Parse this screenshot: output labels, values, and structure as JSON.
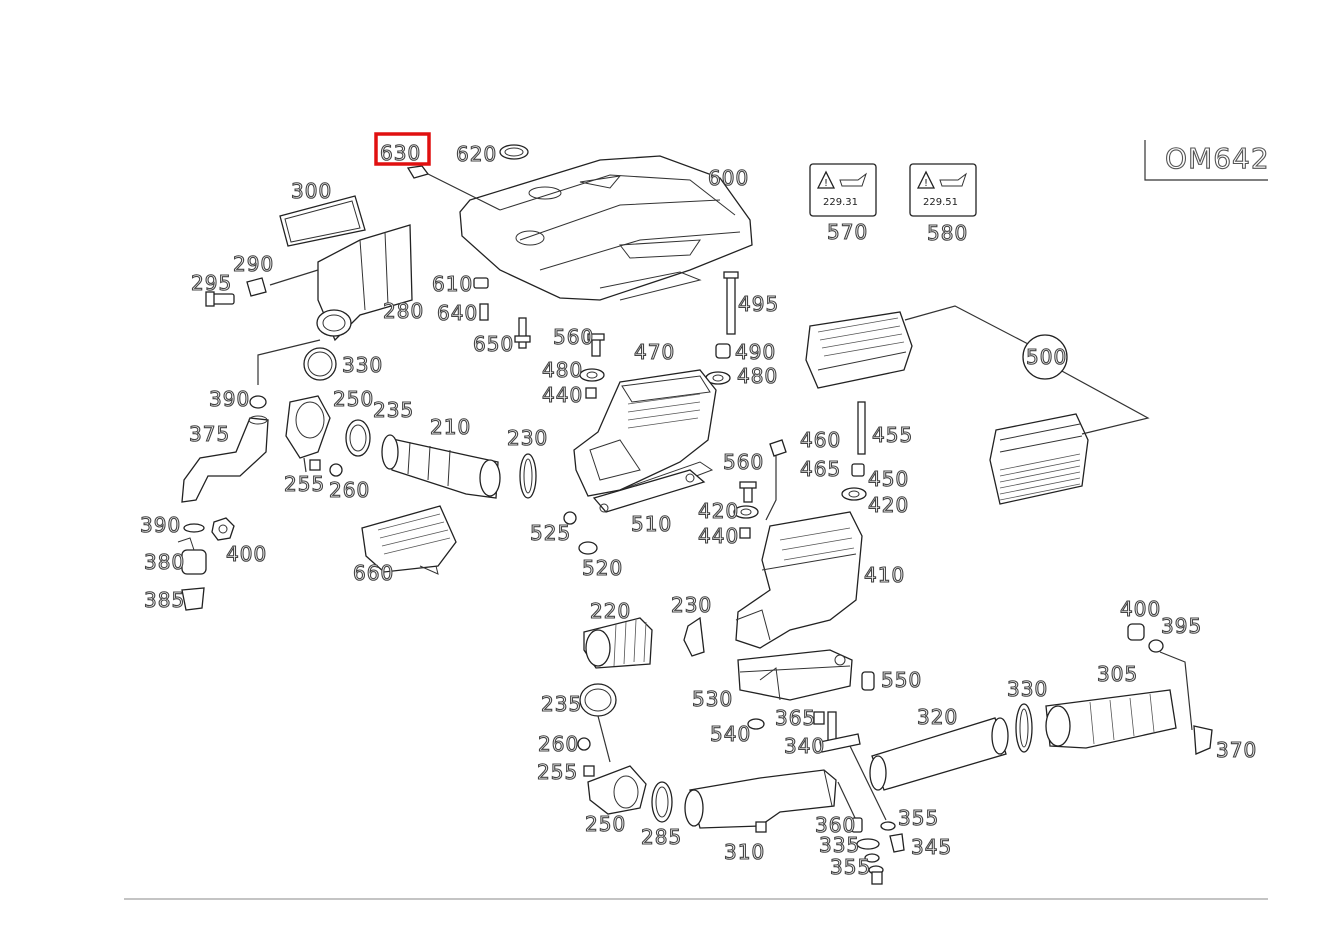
{
  "diagram": {
    "model": "OM642",
    "highlight_color": "#e01010",
    "highlighted_part": "630",
    "decals": [
      {
        "id": "570",
        "code": "229.31"
      },
      {
        "id": "580",
        "code": "229.51"
      }
    ],
    "labels": [
      {
        "key": "630",
        "text": "630"
      },
      {
        "key": "620",
        "text": "620"
      },
      {
        "key": "600",
        "text": "600"
      },
      {
        "key": "300",
        "text": "300"
      },
      {
        "key": "290",
        "text": "290"
      },
      {
        "key": "295",
        "text": "295"
      },
      {
        "key": "280",
        "text": "280"
      },
      {
        "key": "610",
        "text": "610"
      },
      {
        "key": "640",
        "text": "640"
      },
      {
        "key": "650",
        "text": "650"
      },
      {
        "key": "570",
        "text": "570"
      },
      {
        "key": "580",
        "text": "580"
      },
      {
        "key": "495",
        "text": "495"
      },
      {
        "key": "330a",
        "text": "330"
      },
      {
        "key": "560a",
        "text": "560"
      },
      {
        "key": "470",
        "text": "470"
      },
      {
        "key": "490",
        "text": "490"
      },
      {
        "key": "480a",
        "text": "480"
      },
      {
        "key": "480b",
        "text": "480"
      },
      {
        "key": "500",
        "text": "500"
      },
      {
        "key": "390a",
        "text": "390"
      },
      {
        "key": "250a",
        "text": "250"
      },
      {
        "key": "235a",
        "text": "235"
      },
      {
        "key": "440a",
        "text": "440"
      },
      {
        "key": "375",
        "text": "375"
      },
      {
        "key": "210",
        "text": "210"
      },
      {
        "key": "230a",
        "text": "230"
      },
      {
        "key": "460",
        "text": "460"
      },
      {
        "key": "455",
        "text": "455"
      },
      {
        "key": "560b",
        "text": "560"
      },
      {
        "key": "465",
        "text": "465"
      },
      {
        "key": "450",
        "text": "450"
      },
      {
        "key": "255a",
        "text": "255"
      },
      {
        "key": "260a",
        "text": "260"
      },
      {
        "key": "420a",
        "text": "420"
      },
      {
        "key": "420b",
        "text": "420"
      },
      {
        "key": "390b",
        "text": "390"
      },
      {
        "key": "525",
        "text": "525"
      },
      {
        "key": "510",
        "text": "510"
      },
      {
        "key": "440b",
        "text": "440"
      },
      {
        "key": "400a",
        "text": "400"
      },
      {
        "key": "380",
        "text": "380"
      },
      {
        "key": "660",
        "text": "660"
      },
      {
        "key": "520",
        "text": "520"
      },
      {
        "key": "410",
        "text": "410"
      },
      {
        "key": "385",
        "text": "385"
      },
      {
        "key": "220",
        "text": "220"
      },
      {
        "key": "230b",
        "text": "230"
      },
      {
        "key": "400b",
        "text": "400"
      },
      {
        "key": "395",
        "text": "395"
      },
      {
        "key": "305",
        "text": "305"
      },
      {
        "key": "550",
        "text": "550"
      },
      {
        "key": "330b",
        "text": "330"
      },
      {
        "key": "530",
        "text": "530"
      },
      {
        "key": "235b",
        "text": "235"
      },
      {
        "key": "365",
        "text": "365"
      },
      {
        "key": "320",
        "text": "320"
      },
      {
        "key": "540",
        "text": "540"
      },
      {
        "key": "340",
        "text": "340"
      },
      {
        "key": "370",
        "text": "370"
      },
      {
        "key": "260b",
        "text": "260"
      },
      {
        "key": "255b",
        "text": "255"
      },
      {
        "key": "355a",
        "text": "355"
      },
      {
        "key": "250b",
        "text": "250"
      },
      {
        "key": "285",
        "text": "285"
      },
      {
        "key": "360",
        "text": "360"
      },
      {
        "key": "335",
        "text": "335"
      },
      {
        "key": "345",
        "text": "345"
      },
      {
        "key": "310",
        "text": "310"
      },
      {
        "key": "355b",
        "text": "355"
      }
    ]
  }
}
